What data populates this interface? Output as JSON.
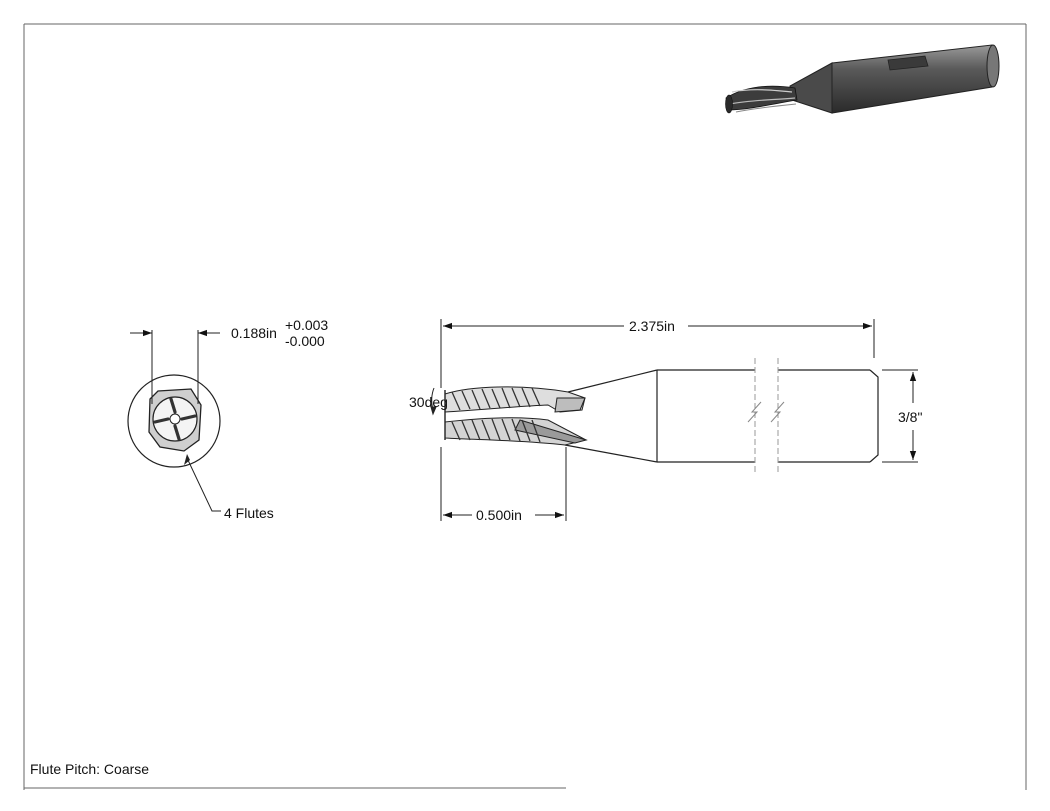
{
  "end_view": {
    "diameter": "0.188in",
    "tol_plus": "+0.003",
    "tol_minus": "-0.000",
    "flutes": "4 Flutes"
  },
  "side_view": {
    "overall_length": "2.375in",
    "angle": "30deg",
    "shank_diameter": "3/8\"",
    "flute_length": "0.500in"
  },
  "notes": {
    "flute_pitch": "Flute Pitch: Coarse"
  }
}
